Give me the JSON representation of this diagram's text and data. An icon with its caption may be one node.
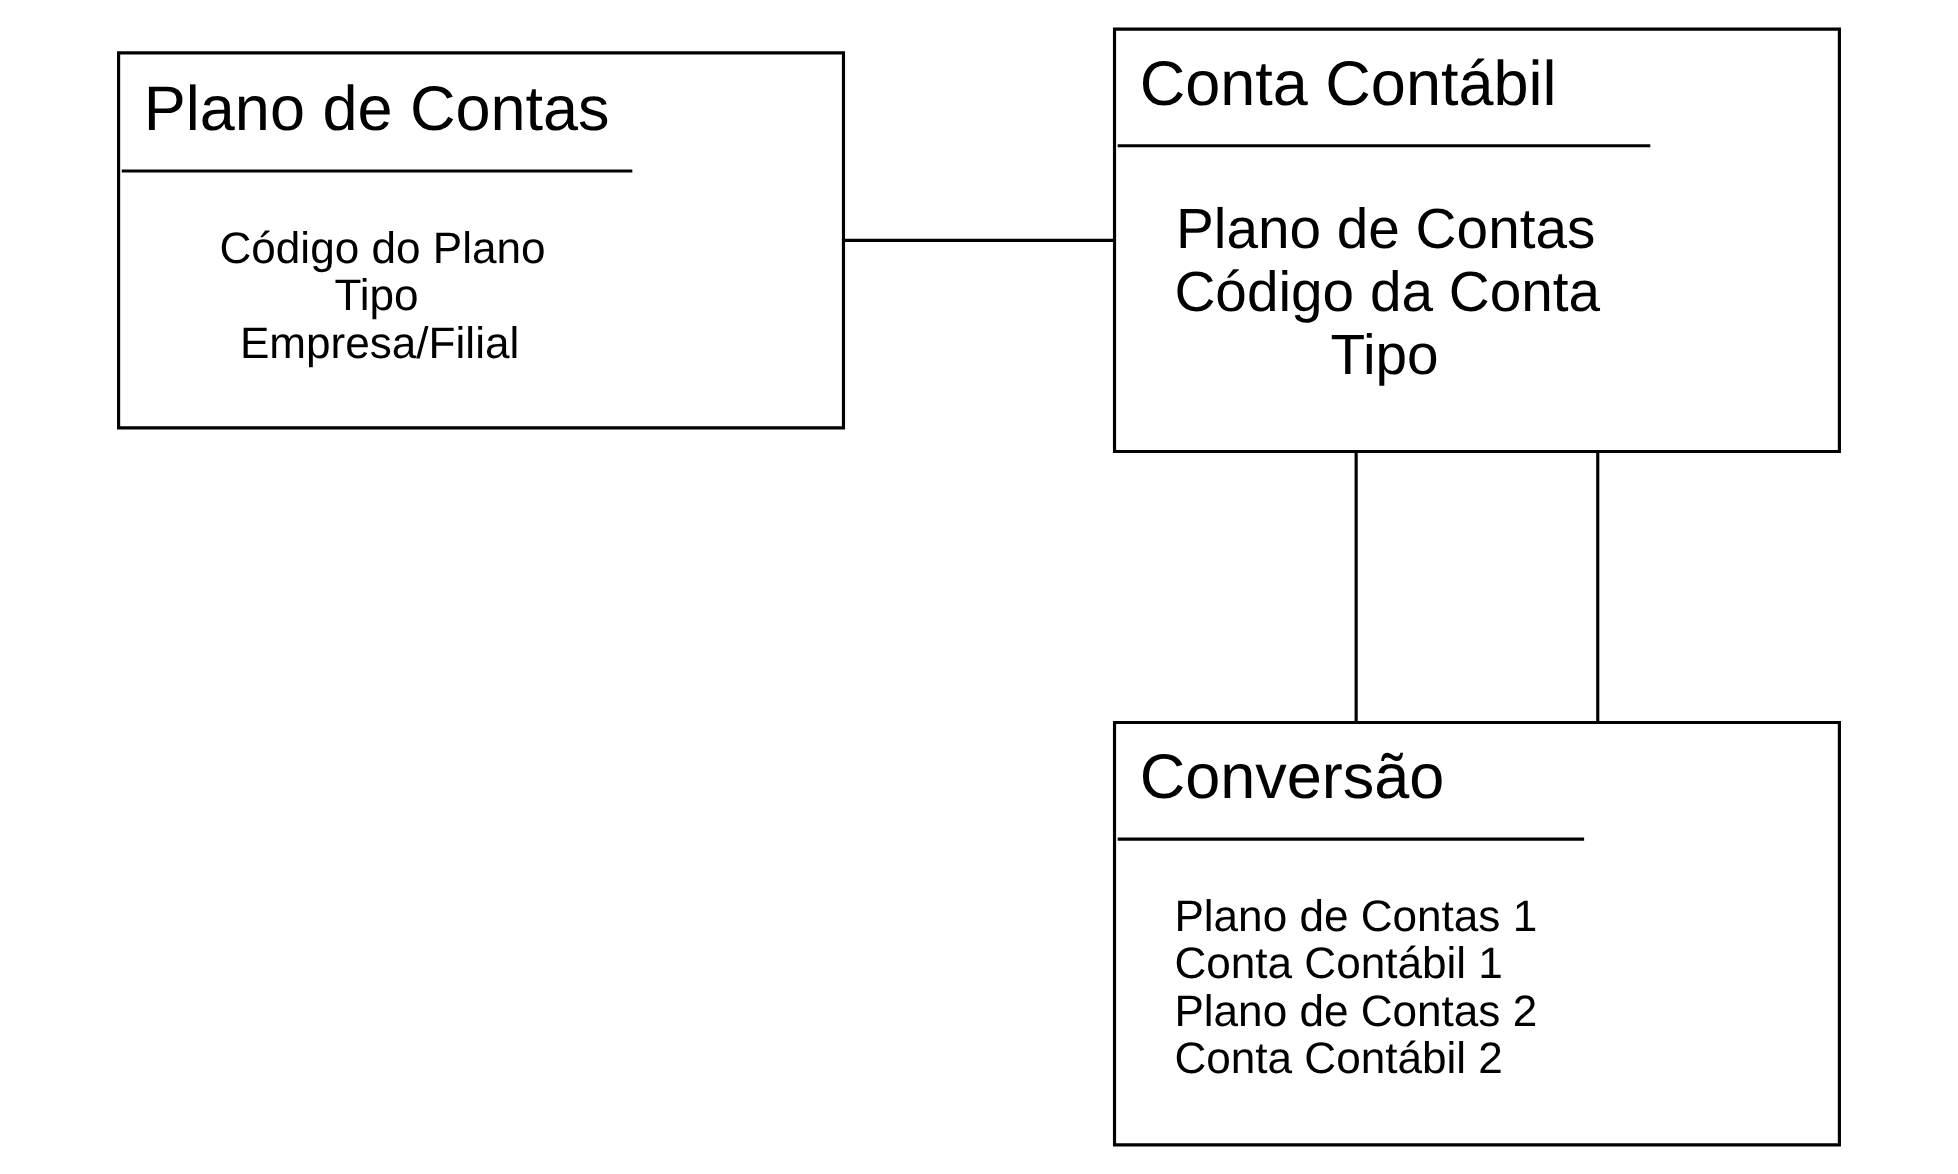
{
  "diagram": {
    "nodes": [
      {
        "text": [
          "Plano de Contas",
          "Código do Plano",
          "Tipo",
          "Empresa/Filial"
        ]
      },
      {
        "text": [
          "Conta Contábil",
          "Plano de Contas",
          "Código da Conta",
          "Tipo"
        ]
      },
      {
        "text": [
          "Conversão",
          "Plano de Contas 1",
          "Conta Contábil 1",
          "Plano de Contas 2",
          "Conta Contábil 2"
        ]
      }
    ],
    "edges": [
      {
        "from": 0,
        "to": 1,
        "arrow": "none"
      },
      {
        "from": 1,
        "to": 2,
        "arrow": "none"
      },
      {
        "from": 1,
        "to": 2,
        "arrow": "none"
      }
    ]
  }
}
